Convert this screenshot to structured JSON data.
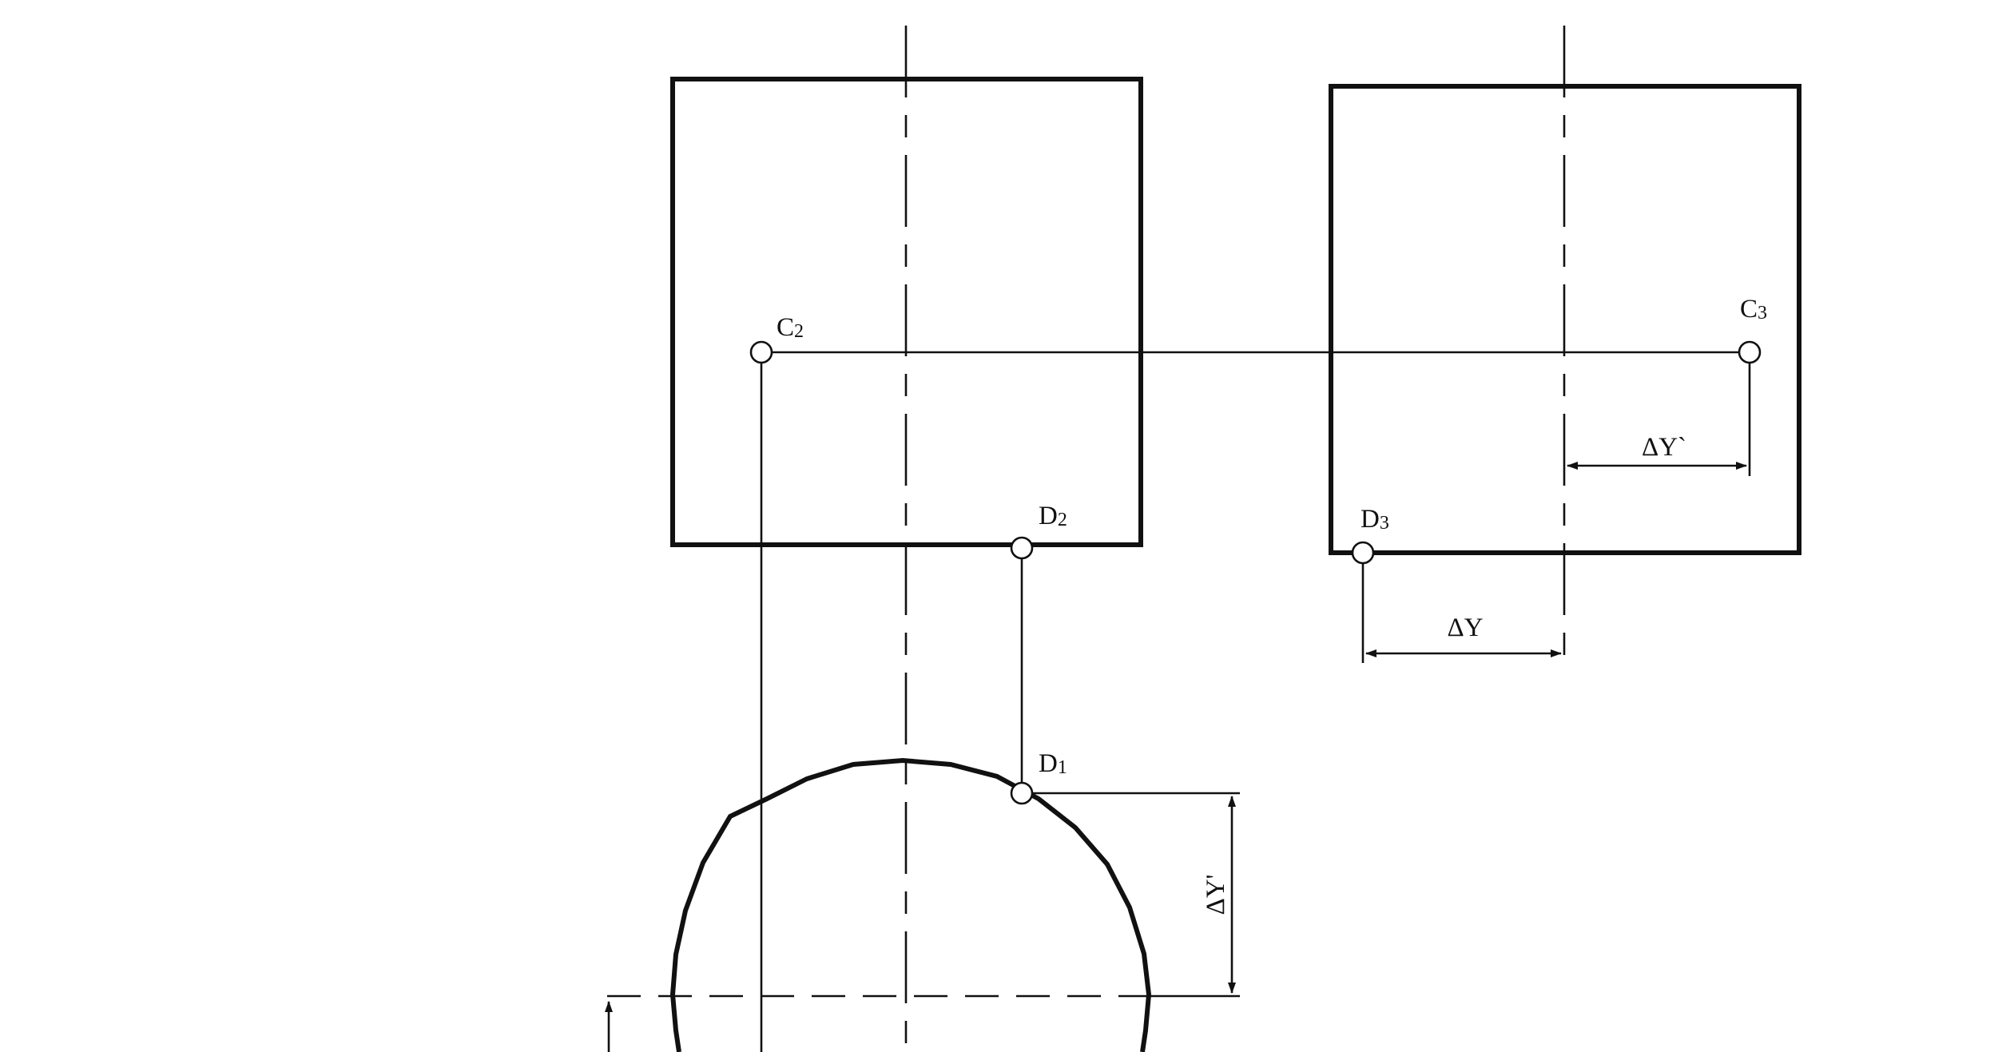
{
  "points": {
    "C2": {
      "letter": "C",
      "index": "2"
    },
    "C3": {
      "letter": "C",
      "index": "3"
    },
    "D1": {
      "letter": "D",
      "index": "1"
    },
    "D2": {
      "letter": "D",
      "index": "2"
    },
    "D3": {
      "letter": "D",
      "index": "3"
    }
  },
  "dimensions": {
    "delta_y": "ΔY",
    "delta_y_prime_horizontal": "ΔY`",
    "delta_y_prime_vertical": "ΔY'"
  }
}
